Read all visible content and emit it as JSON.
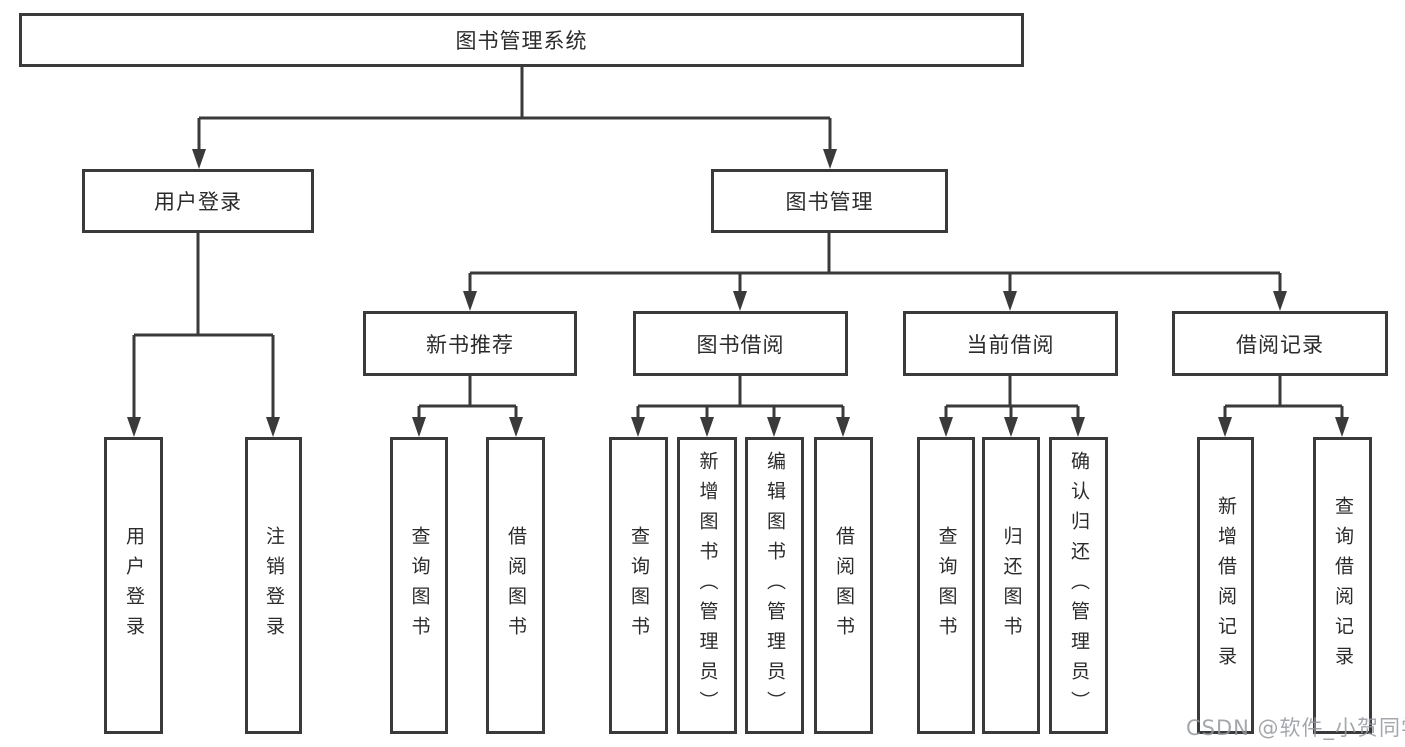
{
  "diagram_title": "图书管理系统",
  "tree": {
    "root": {
      "label": "图书管理系统"
    },
    "level2": [
      {
        "label": "用户登录",
        "parent": "图书管理系统"
      },
      {
        "label": "图书管理",
        "parent": "图书管理系统"
      }
    ],
    "level3": [
      {
        "label": "新书推荐",
        "parent": "图书管理"
      },
      {
        "label": "图书借阅",
        "parent": "图书管理"
      },
      {
        "label": "当前借阅",
        "parent": "图书管理"
      },
      {
        "label": "借阅记录",
        "parent": "图书管理"
      }
    ],
    "level4": [
      {
        "label": "用户登录",
        "parent": "用户登录"
      },
      {
        "label": "注销登录",
        "parent": "用户登录"
      },
      {
        "label": "查询图书",
        "parent": "新书推荐"
      },
      {
        "label": "借阅图书",
        "parent": "新书推荐"
      },
      {
        "label": "查询图书",
        "parent": "图书借阅"
      },
      {
        "label": "新增图书（管理员）",
        "parent": "图书借阅"
      },
      {
        "label": "编辑图书（管理员）",
        "parent": "图书借阅"
      },
      {
        "label": "借阅图书",
        "parent": "图书借阅"
      },
      {
        "label": "查询图书",
        "parent": "当前借阅"
      },
      {
        "label": "归还图书",
        "parent": "当前借阅"
      },
      {
        "label": "确认归还（管理员）",
        "parent": "当前借阅"
      },
      {
        "label": "新增借阅记录",
        "parent": "借阅记录"
      },
      {
        "label": "查询借阅记录",
        "parent": "借阅记录"
      }
    ]
  },
  "watermark": "CSDN @软件_小贺同学",
  "colors": {
    "line": "#3a3a3a",
    "text": "#2b2b2b",
    "watermark": "#94989e",
    "background": "#ffffff"
  }
}
